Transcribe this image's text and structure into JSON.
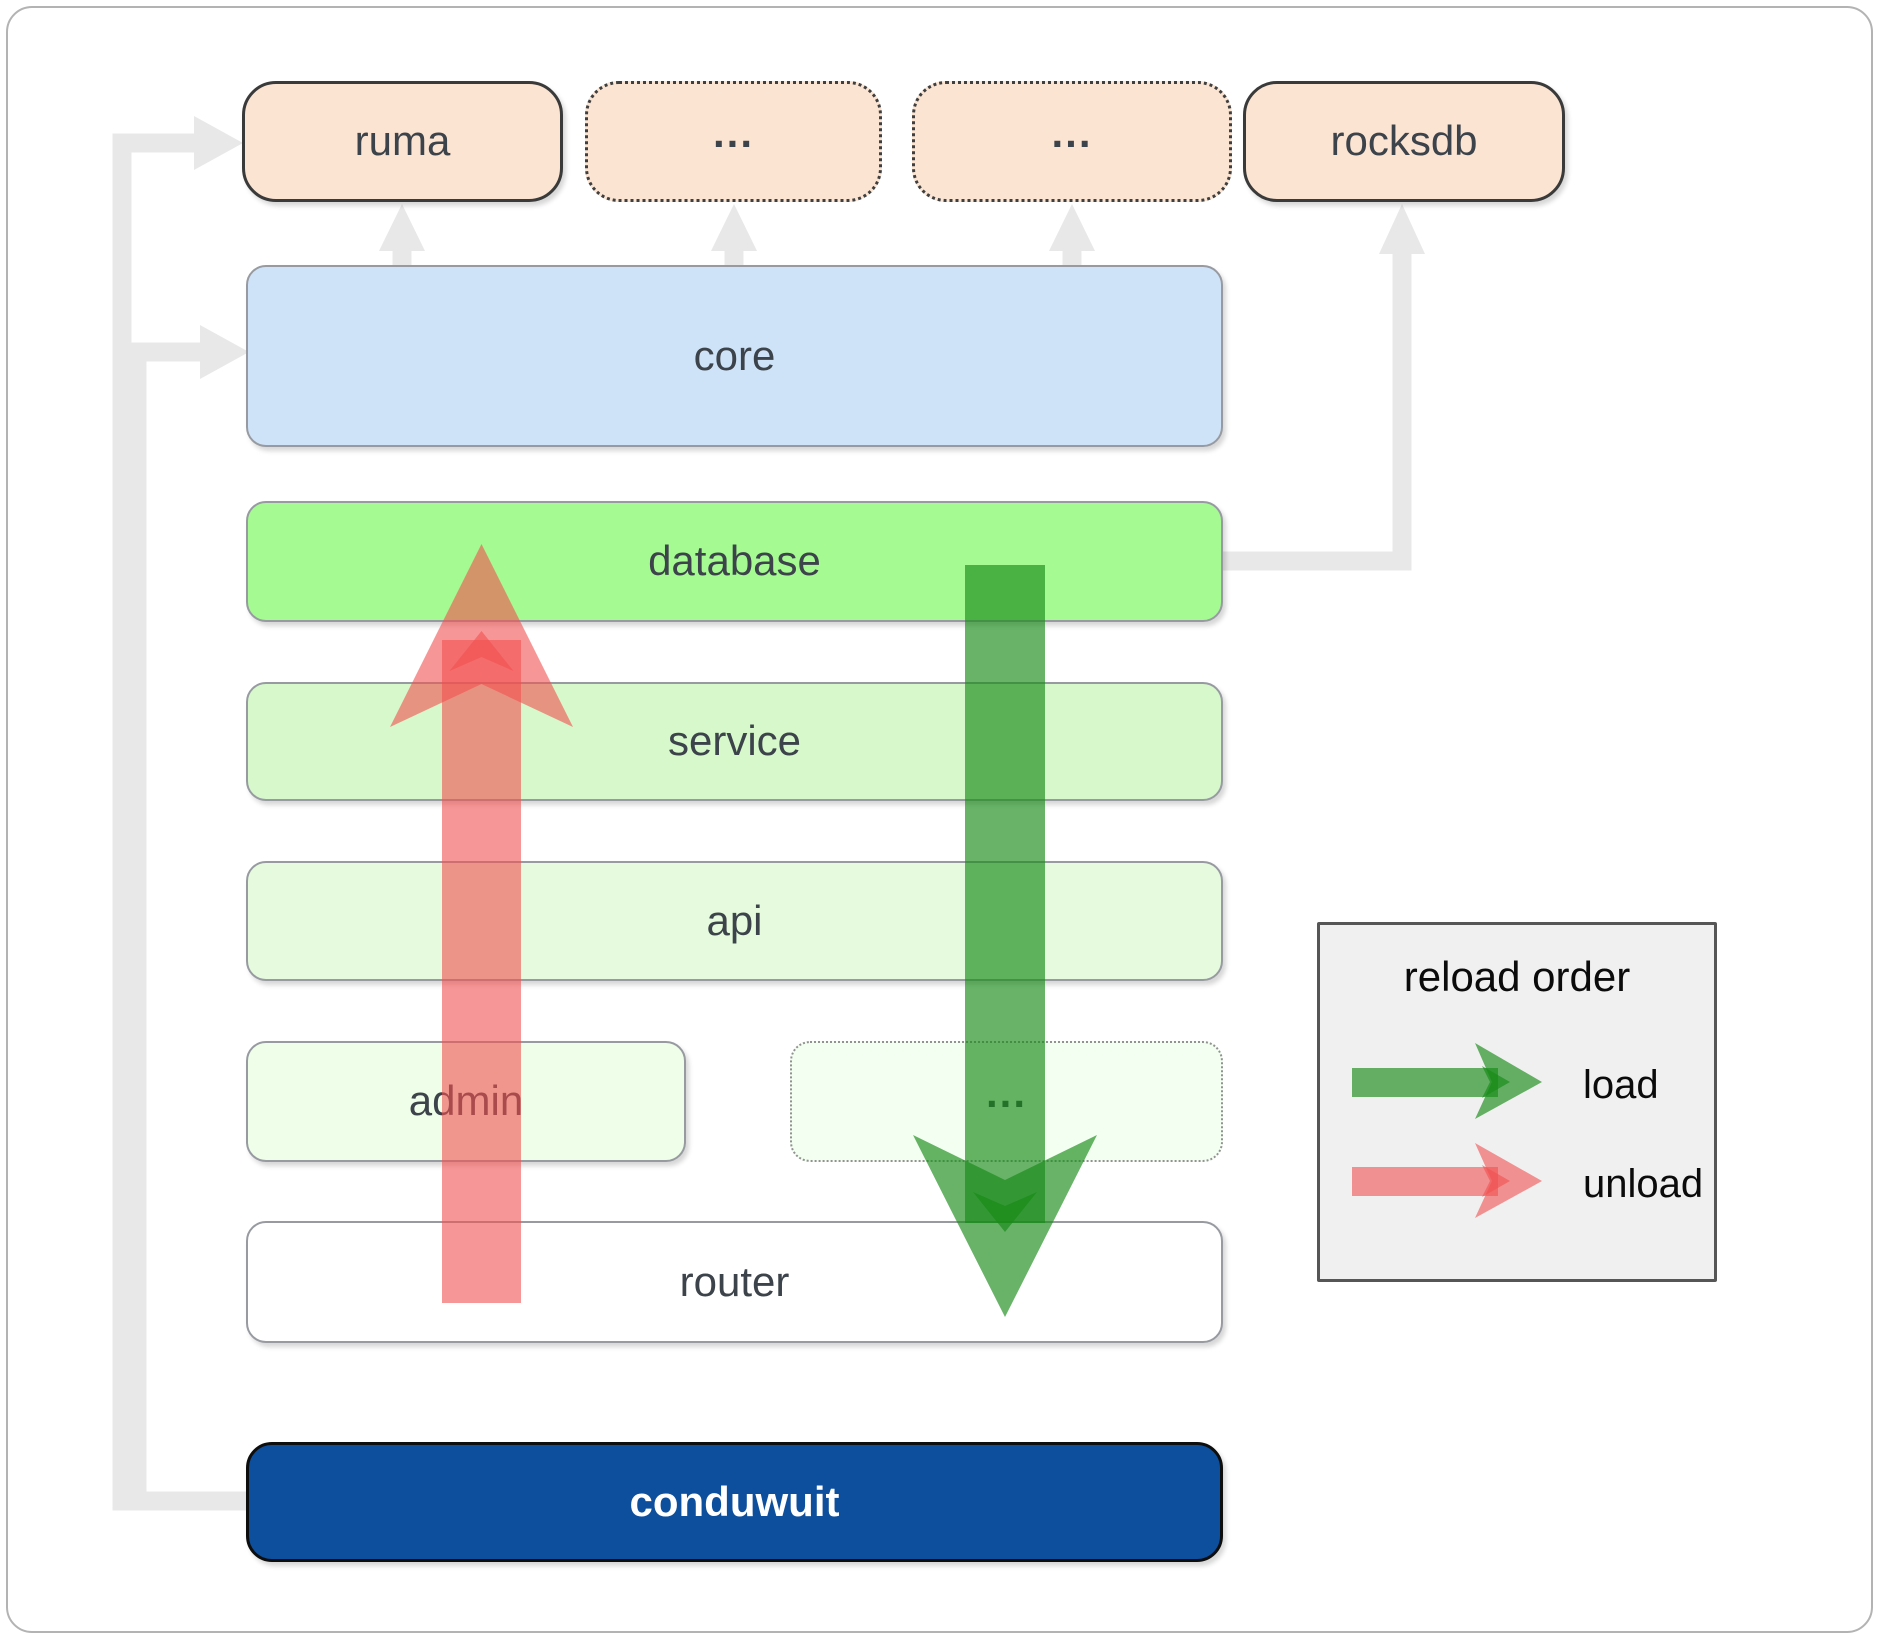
{
  "boxes": {
    "ruma": {
      "label": "ruma"
    },
    "extra_top_1": {
      "label": "..."
    },
    "extra_top_2": {
      "label": "..."
    },
    "rocksdb": {
      "label": "rocksdb"
    },
    "core": {
      "label": "core"
    },
    "database": {
      "label": "database"
    },
    "service": {
      "label": "service"
    },
    "api": {
      "label": "api"
    },
    "admin": {
      "label": "admin"
    },
    "extra_admin": {
      "label": "..."
    },
    "router": {
      "label": "router"
    },
    "conduwuit": {
      "label": "conduwuit"
    }
  },
  "legend": {
    "title": "reload order",
    "load_label": "load",
    "unload_label": "unload"
  },
  "colors": {
    "load_arrow_green": "#178a17",
    "unload_arrow_red": "#f25050",
    "connector_gray": "#e8e8e8",
    "peach_fill": "#fce4d2",
    "core_blue_fill": "#cfe3f8",
    "database_green_fill": "#a5fb92",
    "service_green_fill": "#d6f8cb",
    "api_green_fill": "#e6fbdd",
    "admin_green_fill": "#effee9",
    "conduwuit_blue_fill": "#0d4f9c",
    "legend_background": "#f0f0f0"
  }
}
